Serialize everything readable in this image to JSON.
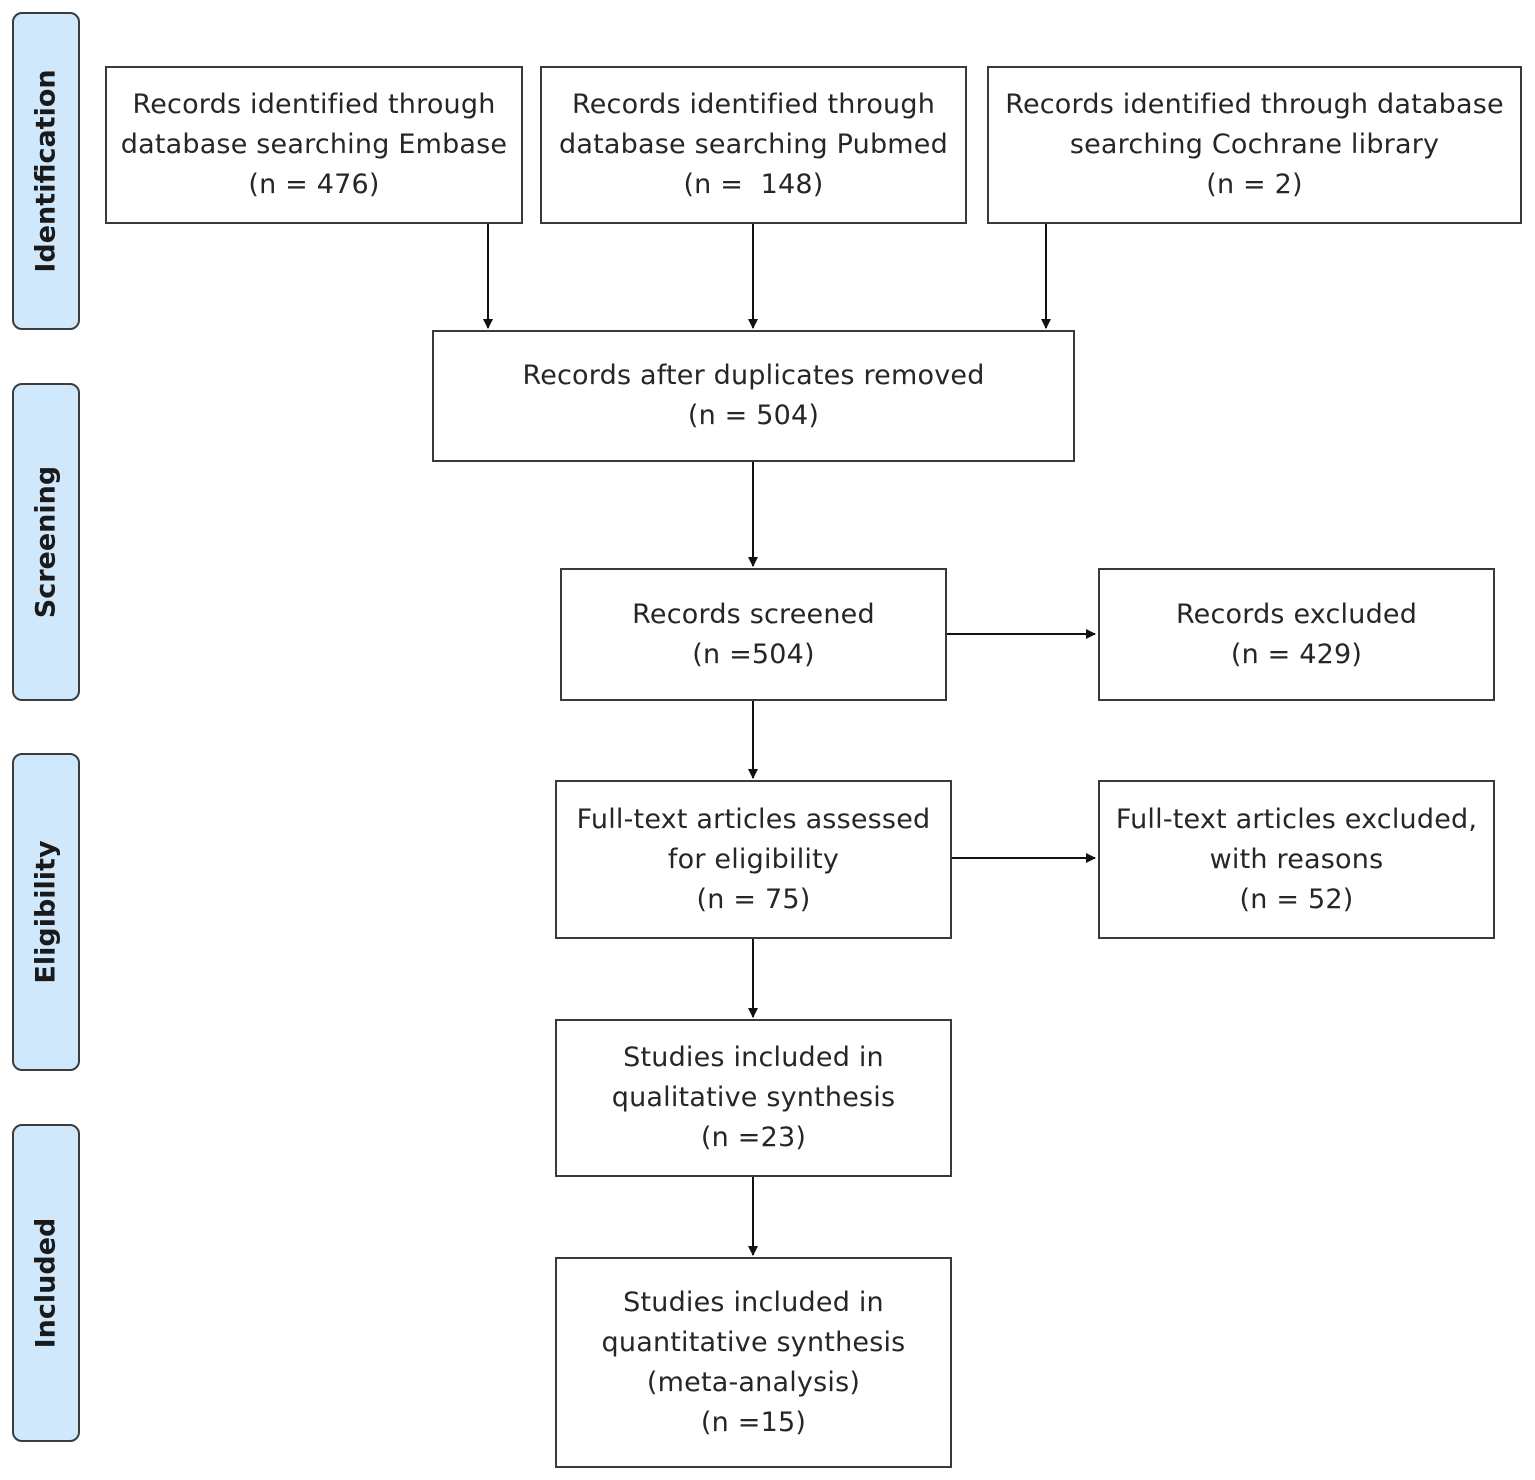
{
  "phases": {
    "identification": "Identification",
    "screening": "Screening",
    "eligibility": "Eligibility",
    "included": "Included"
  },
  "boxes": {
    "embase": {
      "line1": "Records identified through",
      "line2": "database searching Embase",
      "count": "(n = 476)"
    },
    "pubmed": {
      "line1": "Records identified through",
      "line2": "database searching Pubmed",
      "count": "(n =  148)"
    },
    "cochrane": {
      "line1": "Records identified through database",
      "line2": "searching Cochrane library",
      "count": "(n = 2)"
    },
    "duplicates_removed": {
      "line1": "Records after duplicates removed",
      "count": "(n = 504)"
    },
    "screened": {
      "line1": "Records screened",
      "count": "(n =504)"
    },
    "excluded": {
      "line1": "Records excluded",
      "count": "(n = 429)"
    },
    "fulltext_assessed": {
      "line1": "Full-text articles assessed",
      "line2": "for eligibility",
      "count": "(n = 75)"
    },
    "fulltext_excluded": {
      "line1": "Full-text articles excluded,",
      "line2": "with reasons",
      "count": "(n = 52)"
    },
    "qualitative": {
      "line1": "Studies included in",
      "line2": "qualitative synthesis",
      "count": "(n =23)"
    },
    "quantitative": {
      "line1": "Studies included in",
      "line2": "quantitative synthesis",
      "line3": "(meta-analysis)",
      "count": "(n =15)"
    }
  }
}
